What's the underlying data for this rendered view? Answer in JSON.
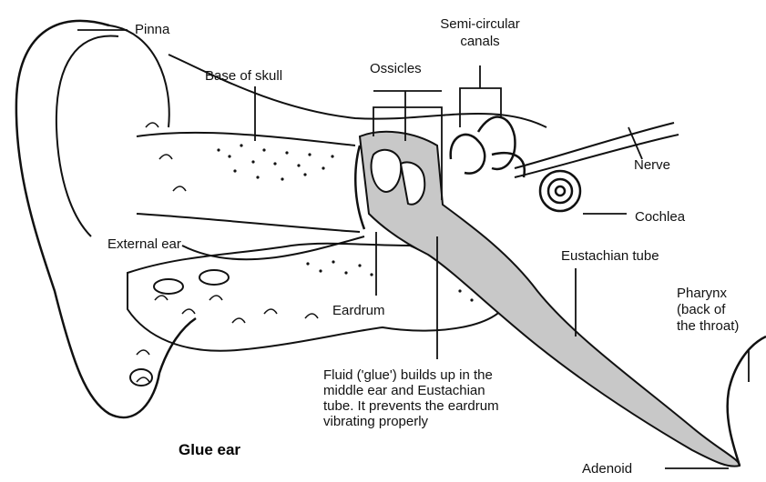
{
  "title": "Glue ear",
  "labels": {
    "pinna": "Pinna",
    "semicircular_line1": "Semi-circular",
    "semicircular_line2": "canals",
    "base_of_skull": "Base of skull",
    "ossicles": "Ossicles",
    "nerve": "Nerve",
    "cochlea": "Cochlea",
    "external_ear": "External ear",
    "eustachian_tube": "Eustachian tube",
    "pharynx_line1": "Pharynx",
    "pharynx_line2": "(back of",
    "pharynx_line3": "the throat)",
    "eardrum": "Eardrum",
    "fluid_line1": "Fluid ('glue') builds up in the",
    "fluid_line2": "middle ear and Eustachian",
    "fluid_line3": "tube. It prevents the eardrum",
    "fluid_line4": "vibrating properly",
    "adenoid": "Adenoid"
  },
  "colors": {
    "line": "#111111",
    "fluid": "#c8c8c8",
    "paper": "#ffffff"
  }
}
